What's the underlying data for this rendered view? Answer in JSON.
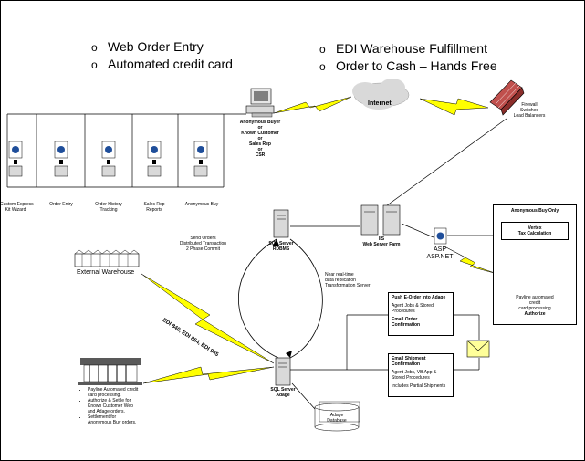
{
  "header": {
    "left_bullets": [
      "Web Order Entry",
      "Automated credit card"
    ],
    "right_bullets": [
      "EDI Warehouse Fulfillment",
      "Order to Cash – Hands Free"
    ],
    "bullet_marker": "o"
  },
  "buyer": {
    "label_lines": [
      "Anonymous Buyer",
      "or",
      "Known Customer",
      "or",
      "Sales Rep",
      "or",
      "CSR"
    ]
  },
  "internet": {
    "label": "Internet"
  },
  "firewall": {
    "label_lines": [
      "Firewall",
      "Switches",
      "Load Balancers"
    ]
  },
  "web_apps": [
    {
      "label_lines": [
        "Custom Express",
        "Kit Wizard"
      ]
    },
    {
      "label_lines": [
        "Order Entry"
      ]
    },
    {
      "label_lines": [
        "Order History",
        "Tracking"
      ]
    },
    {
      "label_lines": [
        "Sales Rep",
        "Reports"
      ]
    },
    {
      "label_lines": [
        "Anonymous Buy"
      ]
    }
  ],
  "sql_rdbms": {
    "label_lines": [
      "SQL Server",
      "RDBMS"
    ],
    "send_orders_lines": [
      "Send Orders",
      "Distributed Transaction",
      "2 Phase Commit"
    ]
  },
  "iis": {
    "label_lines": [
      "IIS",
      "Web Server Farm"
    ]
  },
  "asp": {
    "label_lines": [
      "ASP",
      "ASP.NET"
    ]
  },
  "anon_buy_box": {
    "title": "Anonymous Buy Only",
    "vertex_lines": [
      "Vertex",
      "Tax Calculation"
    ],
    "payline_lines": [
      "Payline automated",
      "credit",
      "card processing"
    ],
    "payline_bold": "Authorize"
  },
  "external_warehouse": {
    "label": "External Warehouse"
  },
  "edi": {
    "label": "EDI 840, EDI 864, EDI 945"
  },
  "replication": {
    "lines": [
      "Near real-time",
      "data replication",
      "Transformation Server"
    ]
  },
  "push_box": {
    "title": "Push E-Order into Adage",
    "body": [
      "Agent Jobs & Stored",
      "Procedures"
    ],
    "title2": "Email Order",
    "title2b": "Confirmation"
  },
  "email_ship_box": {
    "title": "Email Shipment",
    "title_b": "Confirmation",
    "body": [
      "Agent Jobs, VB App &",
      "Stored Procedures"
    ],
    "note": "Includes Partial Shipments"
  },
  "sql_adage": {
    "label_lines": [
      "SQL Server",
      "Adage"
    ]
  },
  "adage_db": {
    "label_lines": [
      "Adage",
      "Database"
    ]
  },
  "payline_left": {
    "bullets": [
      "Payline Automated credit card processing.",
      "Authorize & Settle for Known Customer Web and Adage orders.",
      "Settlement for Anonymous Buy orders."
    ]
  },
  "colors": {
    "lightning": "#ffff00",
    "firewall": "#c0504d",
    "cloud": "#d9d9d9"
  }
}
